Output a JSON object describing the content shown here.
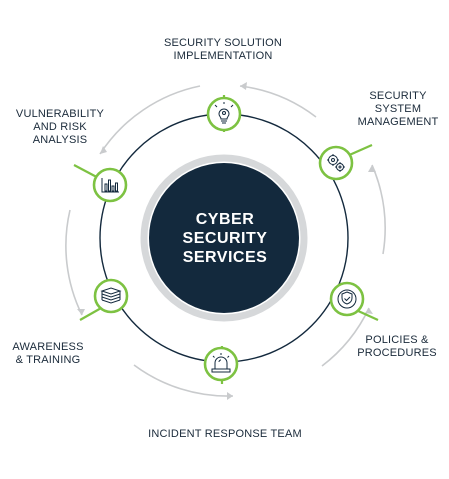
{
  "center": {
    "line1": "CYBER",
    "line2": "SECURITY",
    "line3": "SERVICES"
  },
  "nodes": [
    {
      "id": "implementation",
      "line1": "SECURITY SOLUTION",
      "line2": "IMPLEMENTATION",
      "icon": "lightbulb-gear-icon"
    },
    {
      "id": "management",
      "line1": "SECURITY",
      "line2": "SYSTEM",
      "line3": "MANAGEMENT",
      "icon": "gears-icon"
    },
    {
      "id": "policies",
      "line1": "POLICIES &",
      "line2": "PROCEDURES",
      "icon": "shield-check-icon"
    },
    {
      "id": "incident",
      "line1": "INCIDENT RESPONSE TEAM",
      "icon": "alarm-siren-icon"
    },
    {
      "id": "awareness",
      "line1": "AWARENESS",
      "line2": "& TRAINING",
      "icon": "books-stack-icon"
    },
    {
      "id": "vulnerability",
      "line1": "VULNERABILITY",
      "line2": "AND RISK",
      "line3": "ANALYSIS",
      "icon": "bar-chart-icon"
    }
  ],
  "colors": {
    "accent": "#7dc242",
    "dark_navy": "#13293d",
    "ring_gray": "#d6d8da",
    "outer_arrow_gray": "#c9cbcd",
    "text": "#1a2a3a"
  }
}
